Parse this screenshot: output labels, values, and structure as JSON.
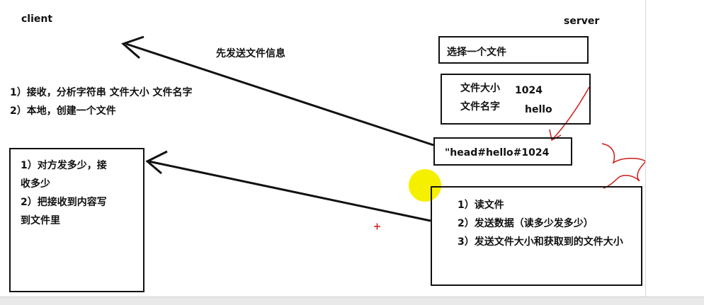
{
  "labels": {
    "client": "client",
    "server": "server",
    "send_info": "先发送文件信息"
  },
  "client_steps": {
    "line1": "1）接收，分析字符串  文件大小 文件名字",
    "line2": "2）本地，创建一个文件"
  },
  "client_box": {
    "line1": "1）对方发多少，接",
    "line2": "收多少",
    "line3": "2）把接收到内容写",
    "line4": "到文件里"
  },
  "server_select": {
    "text": "选择一个文件"
  },
  "server_info": {
    "size_label": "文件大小",
    "size_value": "1024",
    "name_label": "文件名字",
    "name_value": "hello"
  },
  "header_string": {
    "text": "\"head#hello#1024"
  },
  "server_steps": {
    "line1": "1）读文件",
    "line2": "2）发送数据（读多少发多少）",
    "line3": "3）发送文件大小和获取到的文件大小"
  },
  "colors": {
    "cursor_highlight": "#f5f000",
    "annotation_red": "#cc1a1a",
    "ink": "#111111"
  }
}
